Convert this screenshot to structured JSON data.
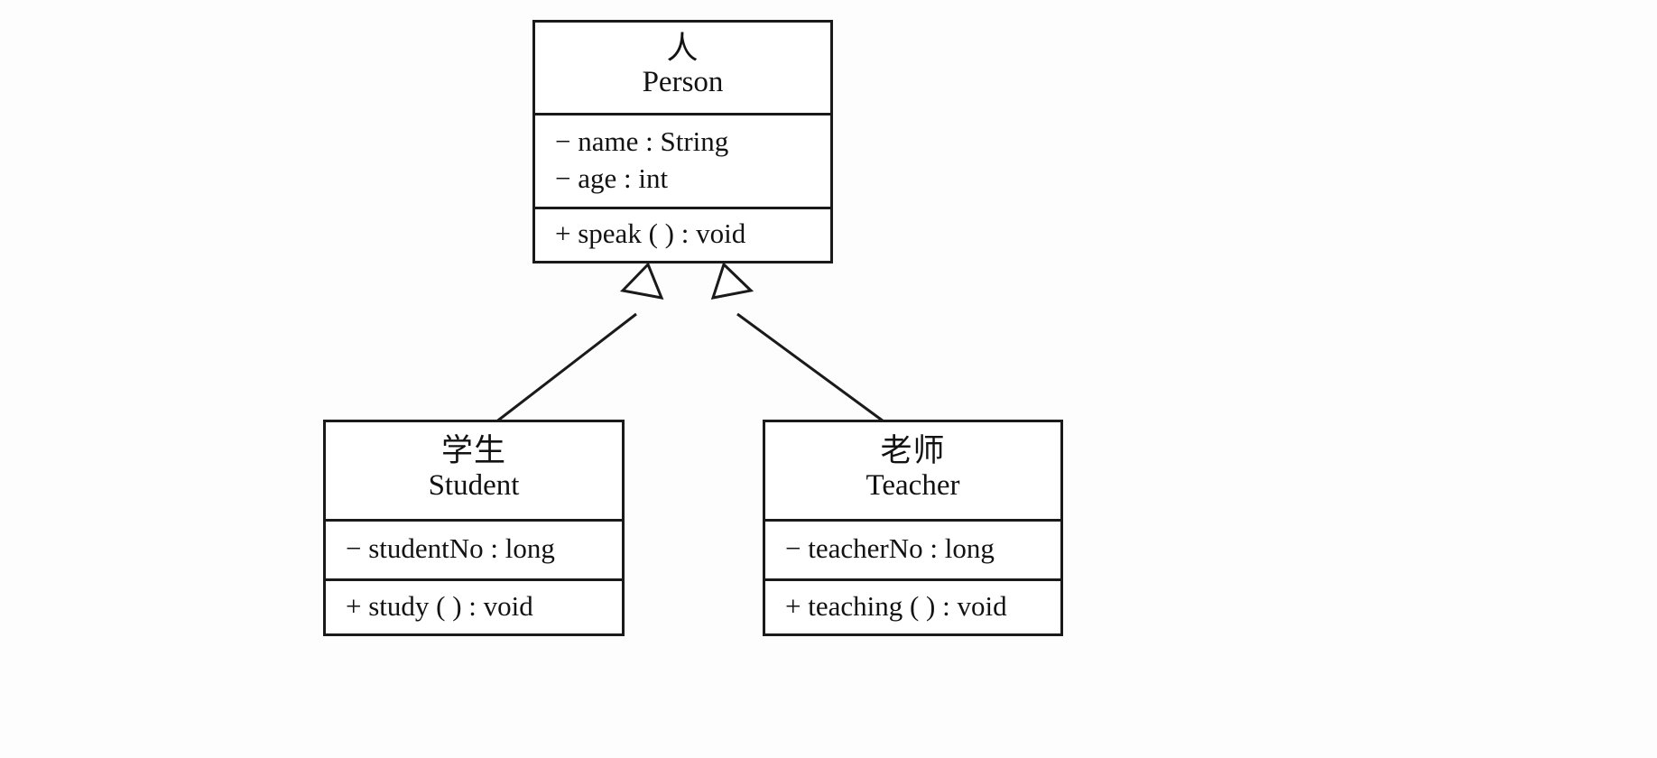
{
  "diagram": {
    "type": "uml-class-diagram",
    "notation": "UML",
    "background_color": "#fdfdfd",
    "line_color": "#1a1a1a",
    "fill_color": "#ffffff"
  },
  "classes": [
    {
      "id": "person",
      "name_cjk": "人",
      "name_latin": "Person",
      "attributes": [
        "− name : String",
        "− age : int"
      ],
      "operations": [
        "+ speak ( ) : void"
      ]
    },
    {
      "id": "student",
      "name_cjk": "学生",
      "name_latin": "Student",
      "attributes": [
        "− studentNo : long"
      ],
      "operations": [
        "+ study ( ) : void"
      ]
    },
    {
      "id": "teacher",
      "name_cjk": "老师",
      "name_latin": "Teacher",
      "attributes": [
        "− teacherNo : long"
      ],
      "operations": [
        "+ teaching ( ) : void"
      ]
    }
  ],
  "relationships": [
    {
      "kind": "generalization",
      "from": "student",
      "to": "person",
      "arrowhead": "hollow-triangle"
    },
    {
      "kind": "generalization",
      "from": "teacher",
      "to": "person",
      "arrowhead": "hollow-triangle"
    }
  ]
}
